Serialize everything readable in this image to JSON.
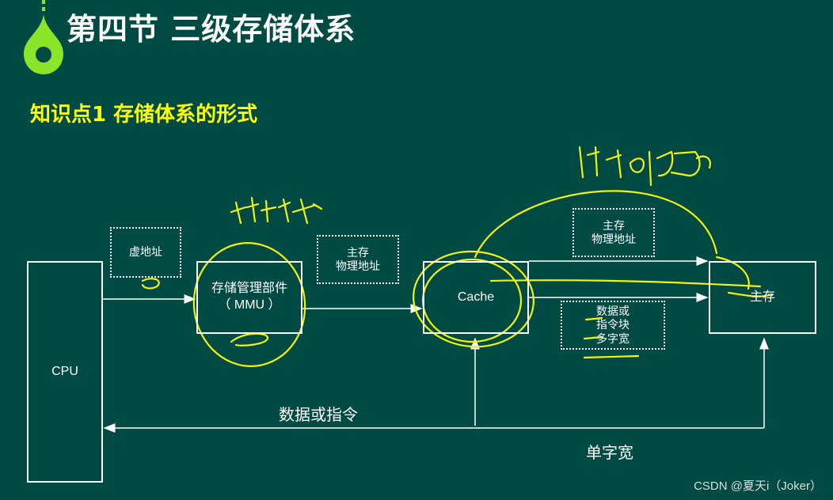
{
  "slide": {
    "title": "第四节  三级存储体系",
    "subtitle": "知识点1  存储体系的形式",
    "accent_color": "#8be32a",
    "highlight_color": "#ffff00",
    "background_color": "#004a44"
  },
  "diagram": {
    "cpu": "CPU",
    "mmu_line1": "存储管理部件",
    "mmu_line2": "（ MMU ）",
    "cache": "Cache",
    "main_memory": "主存",
    "virtual_address": "虚地址",
    "physical_addr_1_line1": "主存",
    "physical_addr_1_line2": "物理地址",
    "physical_addr_2_line1": "主存",
    "physical_addr_2_line2": "物理地址",
    "block_line1": "数据或",
    "block_line2": "指令块",
    "block_line3": "多字宽",
    "data_or_instruction": "数据或指令",
    "single_word": "单字宽"
  },
  "watermark": "CSDN @夏天i（Joker）"
}
